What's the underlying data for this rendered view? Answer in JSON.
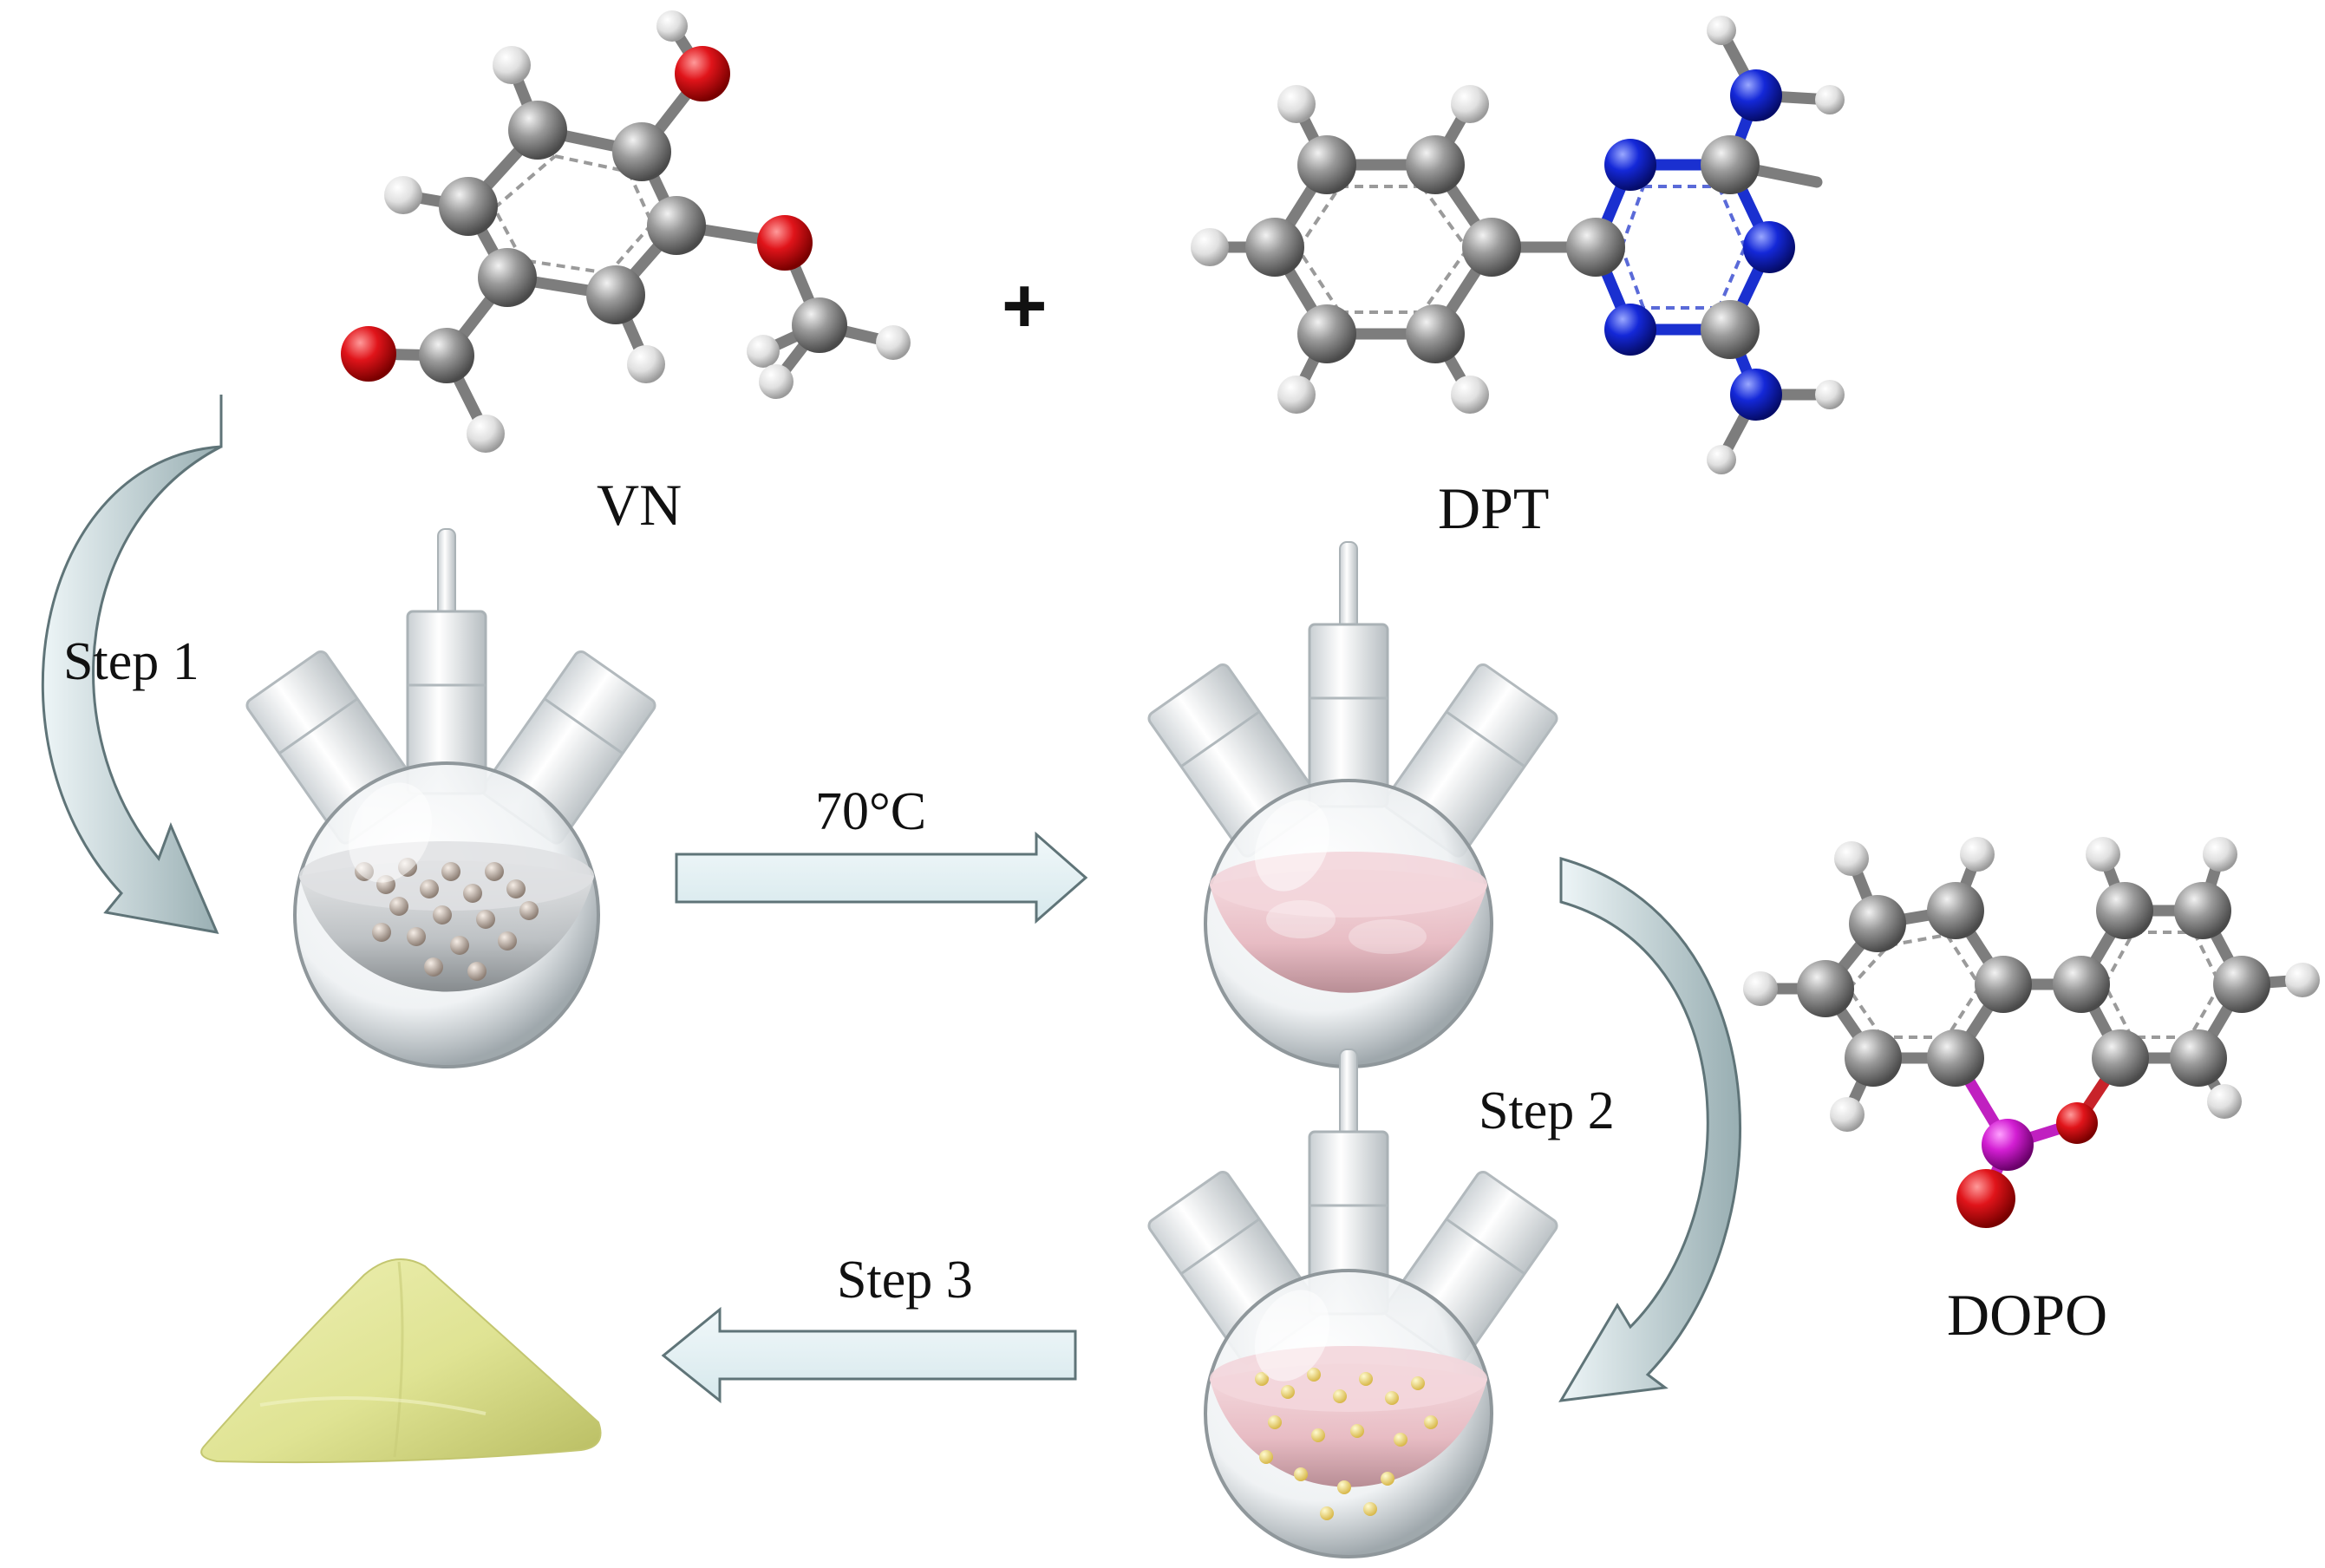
{
  "molecules": {
    "vn": {
      "label": "VN"
    },
    "dpt": {
      "label": "DPT"
    },
    "dopo": {
      "label": "DOPO"
    },
    "plus_symbol": "+"
  },
  "steps": {
    "step1": "Step 1",
    "temperature": "70°C",
    "step2": "Step 2",
    "step3": "Step 3"
  },
  "colors": {
    "carbon": "#8a8a8a",
    "hydrogen": "#e6e6e6",
    "oxygen": "#e0141a",
    "nitrogen": "#1428d8",
    "phosphorus": "#d21ed2",
    "arrow_fill": "#e4f1f4",
    "arrow_stroke": "#5f7478",
    "curved_arrow_fill": "#c9dadd",
    "solution_clear": "#d4d6d8",
    "solution_pink": "#f0ccd2",
    "product_powder": "#e2e69a"
  }
}
